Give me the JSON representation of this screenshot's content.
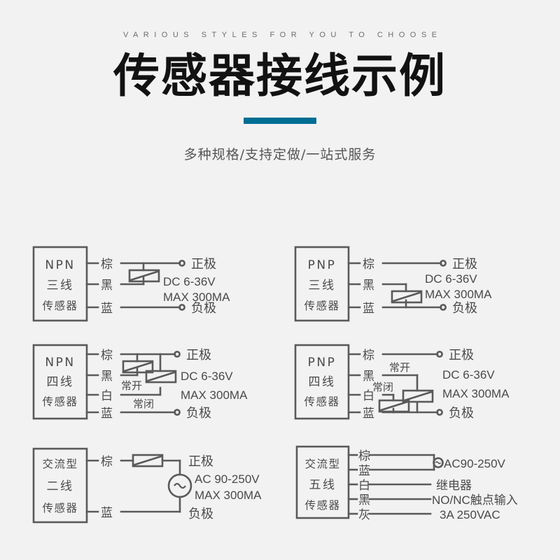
{
  "header": {
    "eyebrow": "VARIOUS STYLES FOR YOU TO CHOOSE",
    "title": "传感器接线示例",
    "subtitle": "多种规格/支持定做/一站式服务",
    "accent_color": "#006d94"
  },
  "colors": {
    "background": "#f2f2f2",
    "line": "#5a5a5a",
    "text": "#4a4a4a",
    "title": "#121212"
  },
  "diagrams": [
    {
      "id": "npn-3-wire",
      "box_lines": [
        "NPN",
        "三线",
        "传感器"
      ],
      "wires": [
        "棕",
        "黑",
        "蓝"
      ],
      "terminals": [
        "正极",
        "负极"
      ],
      "specs": [
        "DC 6-36V",
        "MAX 300MA"
      ],
      "contacts": []
    },
    {
      "id": "pnp-3-wire",
      "box_lines": [
        "PNP",
        "三线",
        "传感器"
      ],
      "wires": [
        "棕",
        "黑",
        "蓝"
      ],
      "terminals": [
        "正极",
        "负极"
      ],
      "specs": [
        "DC 6-36V",
        "MAX 300MA"
      ],
      "contacts": []
    },
    {
      "id": "npn-4-wire",
      "box_lines": [
        "NPN",
        "四线",
        "传感器"
      ],
      "wires": [
        "棕",
        "黑",
        "白",
        "蓝"
      ],
      "terminals": [
        "正极",
        "负极"
      ],
      "specs": [
        "DC 6-36V",
        "MAX 300MA"
      ],
      "contacts": [
        "常开",
        "常闭"
      ]
    },
    {
      "id": "pnp-4-wire",
      "box_lines": [
        "PNP",
        "四线",
        "传感器"
      ],
      "wires": [
        "棕",
        "黑",
        "白",
        "蓝"
      ],
      "terminals": [
        "正极",
        "负极"
      ],
      "specs": [
        "DC 6-36V",
        "MAX 300MA"
      ],
      "contacts": [
        "常开",
        "常闭"
      ]
    },
    {
      "id": "ac-2-wire",
      "box_lines": [
        "交流型",
        "二线",
        "传感器"
      ],
      "wires": [
        "棕",
        "蓝"
      ],
      "terminals": [
        "正极",
        "负极"
      ],
      "specs": [
        "AC 90-250V",
        "MAX 300MA"
      ],
      "contacts": [],
      "source_symbol": "~"
    },
    {
      "id": "ac-5-wire",
      "box_lines": [
        "交流型",
        "五线",
        "传感器"
      ],
      "wires": [
        "棕",
        "蓝",
        "白",
        "黑",
        "灰"
      ],
      "terminals": [],
      "specs": [],
      "contacts": [],
      "right_labels": [
        "AC90-250V",
        "继电器",
        "NO/NC触点输入",
        "3A  250VAC"
      ],
      "source_symbol": "~"
    }
  ]
}
